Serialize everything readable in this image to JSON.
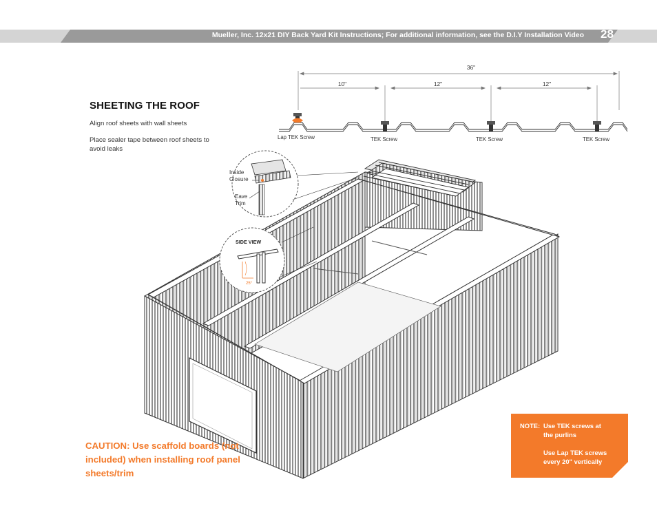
{
  "header": {
    "title": "Mueller, Inc. 12x21 DIY Back Yard Kit Instructions; For additional information, see the D.I.Y Installation Video",
    "page_number": "28"
  },
  "section": {
    "title": "SHEETING THE ROOF",
    "instruction_1": "Align roof sheets with wall sheets",
    "instruction_2": "Place sealer tape between roof sheets to avoid leaks"
  },
  "profile": {
    "overall_dim": "36\"",
    "dim_1": "10\"",
    "dim_2": "12\"",
    "dim_3": "12\"",
    "lap_screw_label": "Lap TEK Screw",
    "screw_label_1": "TEK Screw",
    "screw_label_2": "TEK Screw",
    "screw_label_3": "TEK Screw"
  },
  "callouts": {
    "inside_closure_1": "Inside",
    "inside_closure_2": "Closure",
    "eave_trim_1": "Eave",
    "eave_trim_2": "Trim",
    "side_view": "SIDE  VIEW",
    "angle": "25°"
  },
  "caution": {
    "text": "CAUTION: Use scaffold boards (not included) when installing roof panel sheets/trim"
  },
  "note": {
    "label": "NOTE:",
    "line_1": "Use TEK screws at",
    "line_2": "the purlins",
    "line_3": "Use Lap TEK screws",
    "line_4": "every 20\" vertically"
  },
  "colors": {
    "accent": "#f37a2a",
    "header_gray": "#cfcfcf",
    "line": "#333333"
  }
}
